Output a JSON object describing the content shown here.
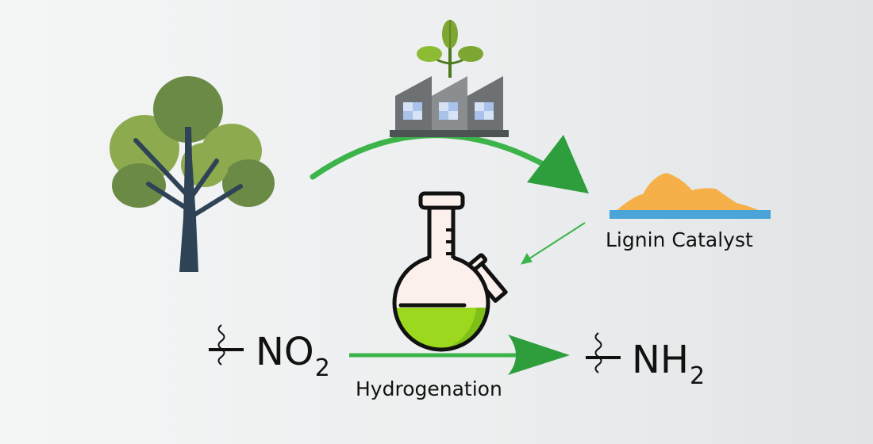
{
  "labels": {
    "catalyst": "Lignin Catalyst",
    "process": "Hydrogenation",
    "reactant_main": "NO",
    "reactant_sub": "2",
    "product_main": "NH",
    "product_sub": "2"
  },
  "icons": {
    "tree": "tree-icon",
    "factory": "factory-icon",
    "sprout": "sprout-icon",
    "catalyst": "catalyst-powder-icon",
    "flask": "round-bottom-flask-icon",
    "bond": "wavy-bond-icon"
  },
  "colors": {
    "arrow_green": "#2e9e3c",
    "arrow_light_green": "#3cb44a",
    "leaf_dark": "#6b8a45",
    "leaf_light": "#8daa4f",
    "trunk": "#2f4357",
    "catalyst_powder": "#f5b04a",
    "catalyst_base": "#4aa4d8",
    "flask_liquid": "#9bd81e",
    "factory_gray": "#707476"
  }
}
